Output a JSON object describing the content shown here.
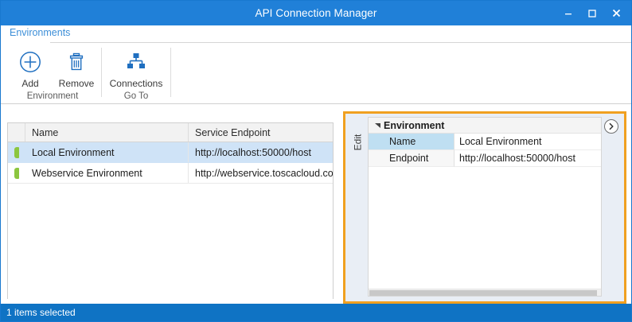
{
  "window": {
    "title": "API Connection Manager",
    "controls": [
      {
        "name": "minimize",
        "glyph": "minimize-icon"
      },
      {
        "name": "maximize",
        "glyph": "maximize-icon"
      },
      {
        "name": "close",
        "glyph": "close-icon"
      }
    ]
  },
  "ribbon": {
    "tab": "Environments",
    "groups": [
      {
        "label": "Environment",
        "buttons": [
          {
            "label": "Add",
            "icon": "plus-circle-icon"
          },
          {
            "label": "Remove",
            "icon": "trash-icon"
          }
        ]
      },
      {
        "label": "Go To",
        "buttons": [
          {
            "label": "Connections",
            "icon": "network-nodes-icon"
          }
        ]
      }
    ]
  },
  "grid": {
    "columns": [
      "Name",
      "Service Endpoint"
    ],
    "rows": [
      {
        "indicator": "green-leaf-icon",
        "name": "Local Environment",
        "endpoint": "http://localhost:50000/host",
        "selected": true
      },
      {
        "indicator": "green-leaf-icon",
        "name": "Webservice Environment",
        "endpoint": "http://webservice.toscacloud.com",
        "selected": false
      }
    ]
  },
  "editpanel": {
    "tab_label": "Edit",
    "expand_icon": "chevron-right-circle-icon",
    "category": "Environment",
    "properties": [
      {
        "key": "Name",
        "value": "Local Environment",
        "selected": true
      },
      {
        "key": "Endpoint",
        "value": "http://localhost:50000/host",
        "selected": false
      }
    ]
  },
  "statusbar": {
    "text": "1 items selected"
  },
  "colors": {
    "title_bar": "#2080d8",
    "status_bar": "#0f73c4",
    "accent_blue": "#3d8fd8",
    "highlight_orange": "#f0a020",
    "row_selection": "#cfe3f7",
    "property_selection": "#bfdff2",
    "indicator_green": "#8cc63f"
  }
}
